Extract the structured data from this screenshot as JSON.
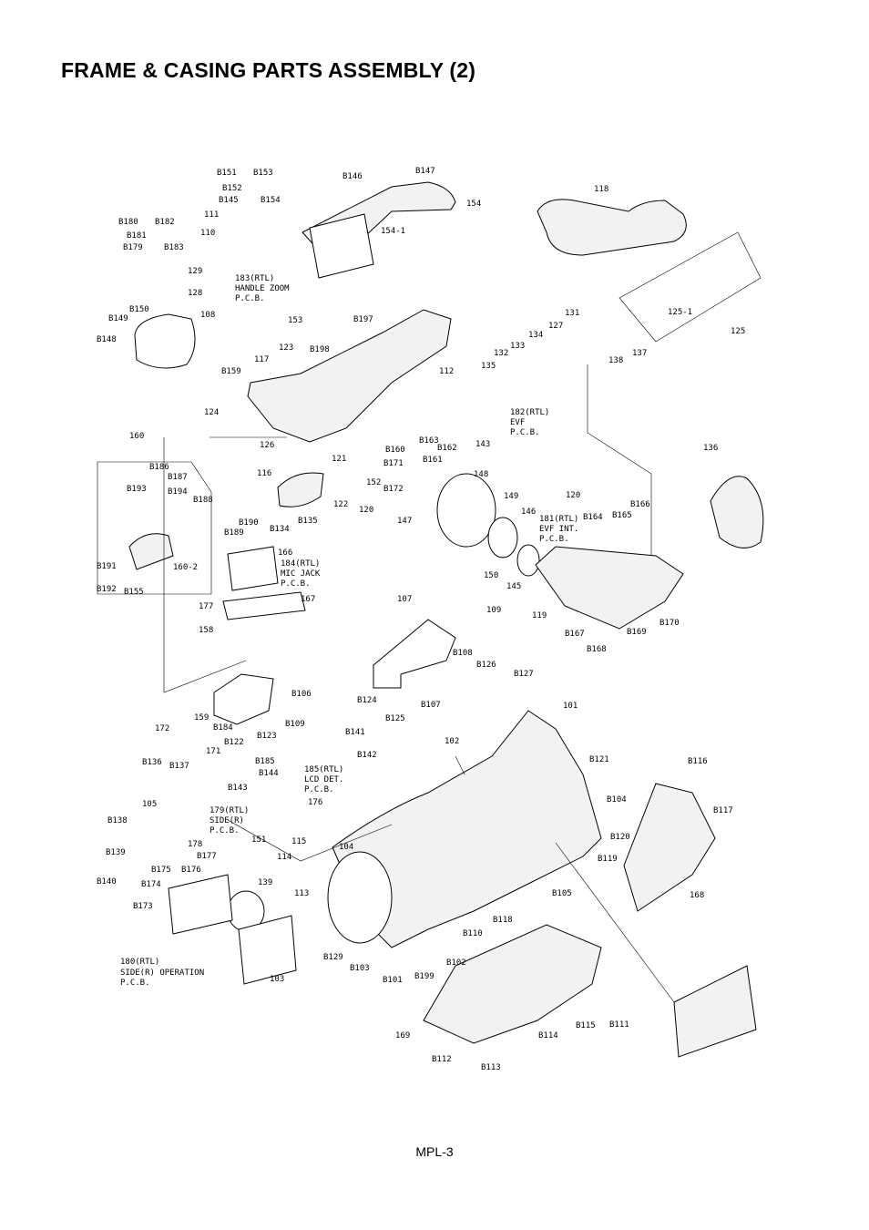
{
  "title": "FRAME & CASING PARTS ASSEMBLY (2)",
  "page_number": "MPL-3",
  "labels": [
    {
      "t": "B151"
    },
    {
      "t": "B153"
    },
    {
      "t": "B146"
    },
    {
      "t": "B147"
    },
    {
      "t": "B152"
    },
    {
      "t": "B145"
    },
    {
      "t": "B154"
    },
    {
      "t": "154"
    },
    {
      "t": "118"
    },
    {
      "t": "111"
    },
    {
      "t": "B180"
    },
    {
      "t": "B182"
    },
    {
      "t": "110"
    },
    {
      "t": "154-1"
    },
    {
      "t": "B181"
    },
    {
      "t": "B179"
    },
    {
      "t": "B183"
    },
    {
      "t": "129"
    },
    {
      "t": "183(RTL)"
    },
    {
      "t": "HANDLE ZOOM"
    },
    {
      "t": "P.C.B."
    },
    {
      "t": "128"
    },
    {
      "t": "125-1"
    },
    {
      "t": "B150"
    },
    {
      "t": "108"
    },
    {
      "t": "153"
    },
    {
      "t": "B197"
    },
    {
      "t": "131"
    },
    {
      "t": "B149"
    },
    {
      "t": "125"
    },
    {
      "t": "127"
    },
    {
      "t": "B148"
    },
    {
      "t": "B198"
    },
    {
      "t": "123"
    },
    {
      "t": "134"
    },
    {
      "t": "133"
    },
    {
      "t": "137"
    },
    {
      "t": "138"
    },
    {
      "t": "117"
    },
    {
      "t": "132"
    },
    {
      "t": "B159"
    },
    {
      "t": "135"
    },
    {
      "t": "112"
    },
    {
      "t": "124"
    },
    {
      "t": "182(RTL)"
    },
    {
      "t": "EVF"
    },
    {
      "t": "P.C.B."
    },
    {
      "t": "160"
    },
    {
      "t": "B163"
    },
    {
      "t": "126"
    },
    {
      "t": "B160"
    },
    {
      "t": "B162"
    },
    {
      "t": "143"
    },
    {
      "t": "136"
    },
    {
      "t": "B186"
    },
    {
      "t": "121"
    },
    {
      "t": "B161"
    },
    {
      "t": "B187"
    },
    {
      "t": "116"
    },
    {
      "t": "B171"
    },
    {
      "t": "148"
    },
    {
      "t": "B193"
    },
    {
      "t": "B194"
    },
    {
      "t": "152"
    },
    {
      "t": "B172"
    },
    {
      "t": "B188"
    },
    {
      "t": "122"
    },
    {
      "t": "120"
    },
    {
      "t": "149"
    },
    {
      "t": "120"
    },
    {
      "t": "B166"
    },
    {
      "t": "B135"
    },
    {
      "t": "B134"
    },
    {
      "t": "146"
    },
    {
      "t": "B164"
    },
    {
      "t": "B165"
    },
    {
      "t": "B190"
    },
    {
      "t": "147"
    },
    {
      "t": "181(RTL)"
    },
    {
      "t": "EVF INT."
    },
    {
      "t": "P.C.B."
    },
    {
      "t": "B189"
    },
    {
      "t": "166"
    },
    {
      "t": "184(RTL)"
    },
    {
      "t": "MIC JACK"
    },
    {
      "t": "P.C.B."
    },
    {
      "t": "B191"
    },
    {
      "t": "160-2"
    },
    {
      "t": "150"
    },
    {
      "t": "145"
    },
    {
      "t": "B192"
    },
    {
      "t": "B155"
    },
    {
      "t": "167"
    },
    {
      "t": "177"
    },
    {
      "t": "107"
    },
    {
      "t": "109"
    },
    {
      "t": "119"
    },
    {
      "t": "B170"
    },
    {
      "t": "158"
    },
    {
      "t": "B167"
    },
    {
      "t": "B169"
    },
    {
      "t": "B168"
    },
    {
      "t": "B108"
    },
    {
      "t": "B126"
    },
    {
      "t": "B127"
    },
    {
      "t": "B106"
    },
    {
      "t": "B124"
    },
    {
      "t": "B107"
    },
    {
      "t": "101"
    },
    {
      "t": "172"
    },
    {
      "t": "159"
    },
    {
      "t": "B184"
    },
    {
      "t": "B109"
    },
    {
      "t": "B125"
    },
    {
      "t": "B123"
    },
    {
      "t": "B122"
    },
    {
      "t": "B141"
    },
    {
      "t": "102"
    },
    {
      "t": "171"
    },
    {
      "t": "B185"
    },
    {
      "t": "B142"
    },
    {
      "t": "B121"
    },
    {
      "t": "B136"
    },
    {
      "t": "B137"
    },
    {
      "t": "B144"
    },
    {
      "t": "185(RTL)"
    },
    {
      "t": "LCD DET."
    },
    {
      "t": "P.C.B."
    },
    {
      "t": "B116"
    },
    {
      "t": "B143"
    },
    {
      "t": "176"
    },
    {
      "t": "B104"
    },
    {
      "t": "105"
    },
    {
      "t": "179(RTL)"
    },
    {
      "t": "SIDE(R)"
    },
    {
      "t": "P.C.B."
    },
    {
      "t": "B117"
    },
    {
      "t": "B138"
    },
    {
      "t": "151"
    },
    {
      "t": "115"
    },
    {
      "t": "178"
    },
    {
      "t": "104"
    },
    {
      "t": "B120"
    },
    {
      "t": "B119"
    },
    {
      "t": "B139"
    },
    {
      "t": "114"
    },
    {
      "t": "B177"
    },
    {
      "t": "B175"
    },
    {
      "t": "B176"
    },
    {
      "t": "B140"
    },
    {
      "t": "B174"
    },
    {
      "t": "139"
    },
    {
      "t": "113"
    },
    {
      "t": "B105"
    },
    {
      "t": "168"
    },
    {
      "t": "B173"
    },
    {
      "t": "B118"
    },
    {
      "t": "B110"
    },
    {
      "t": "B129"
    },
    {
      "t": "B102"
    },
    {
      "t": "180(RTL)"
    },
    {
      "t": "SIDE(R) OPERATION"
    },
    {
      "t": "P.C.B."
    },
    {
      "t": "B103"
    },
    {
      "t": "103"
    },
    {
      "t": "B199"
    },
    {
      "t": "B101"
    },
    {
      "t": "B115"
    },
    {
      "t": "B111"
    },
    {
      "t": "169"
    },
    {
      "t": "B114"
    },
    {
      "t": "B112"
    },
    {
      "t": "B113"
    }
  ]
}
